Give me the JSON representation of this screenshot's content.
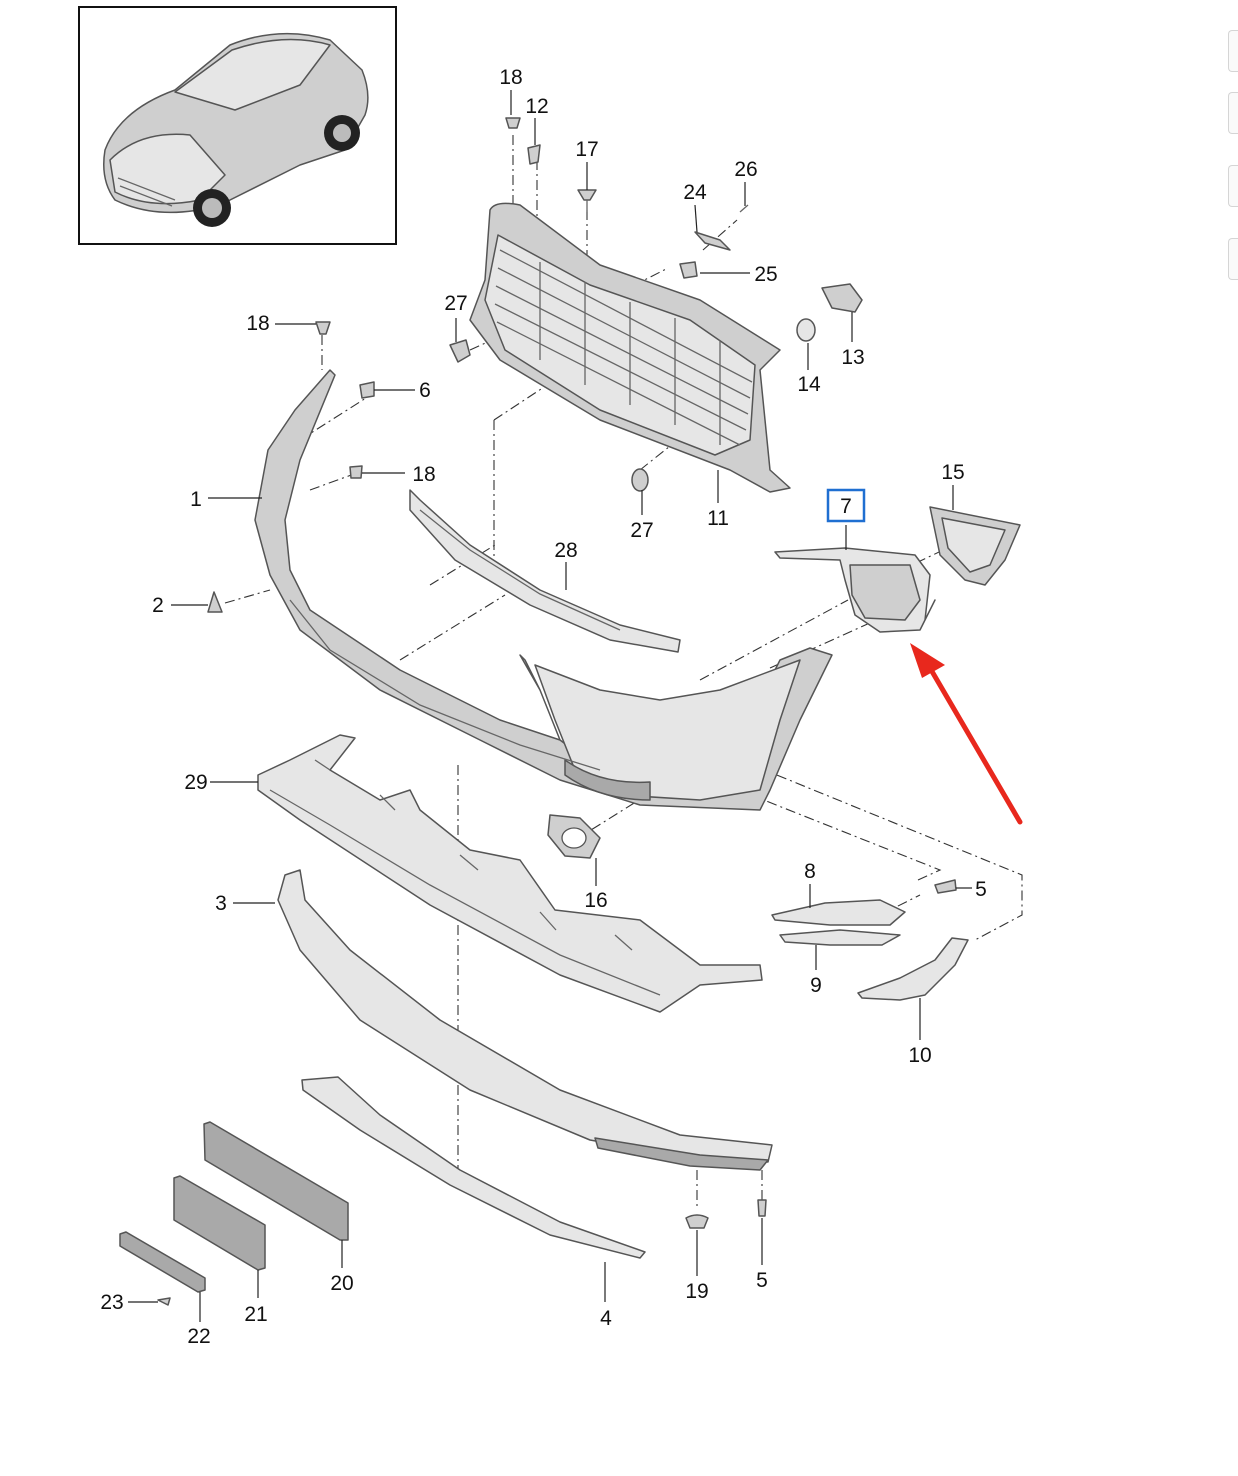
{
  "diagram": {
    "colors": {
      "highlight_box": "#1f6fd1",
      "arrow": "#e8281d",
      "part_fill": "#d4d4d4",
      "line": "#222222"
    },
    "callouts": [
      {
        "id": "c18a",
        "label": "18"
      },
      {
        "id": "c12",
        "label": "12"
      },
      {
        "id": "c17",
        "label": "17"
      },
      {
        "id": "c24",
        "label": "24"
      },
      {
        "id": "c26",
        "label": "26"
      },
      {
        "id": "c25",
        "label": "25"
      },
      {
        "id": "c27a",
        "label": "27"
      },
      {
        "id": "c13",
        "label": "13"
      },
      {
        "id": "c14",
        "label": "14"
      },
      {
        "id": "c18b",
        "label": "18"
      },
      {
        "id": "c6",
        "label": "6"
      },
      {
        "id": "c18c",
        "label": "18"
      },
      {
        "id": "c1",
        "label": "1"
      },
      {
        "id": "c15",
        "label": "15"
      },
      {
        "id": "c7",
        "label": "7",
        "highlighted": true
      },
      {
        "id": "c27b",
        "label": "27"
      },
      {
        "id": "c11",
        "label": "11"
      },
      {
        "id": "c28",
        "label": "28"
      },
      {
        "id": "c2",
        "label": "2"
      },
      {
        "id": "c29",
        "label": "29"
      },
      {
        "id": "c8",
        "label": "8"
      },
      {
        "id": "c5a",
        "label": "5"
      },
      {
        "id": "c16",
        "label": "16"
      },
      {
        "id": "c3",
        "label": "3"
      },
      {
        "id": "c9",
        "label": "9"
      },
      {
        "id": "c10",
        "label": "10"
      },
      {
        "id": "c20",
        "label": "20"
      },
      {
        "id": "c19",
        "label": "19"
      },
      {
        "id": "c5b",
        "label": "5"
      },
      {
        "id": "c23",
        "label": "23"
      },
      {
        "id": "c21",
        "label": "21"
      },
      {
        "id": "c22",
        "label": "22"
      },
      {
        "id": "c4",
        "label": "4"
      }
    ]
  }
}
